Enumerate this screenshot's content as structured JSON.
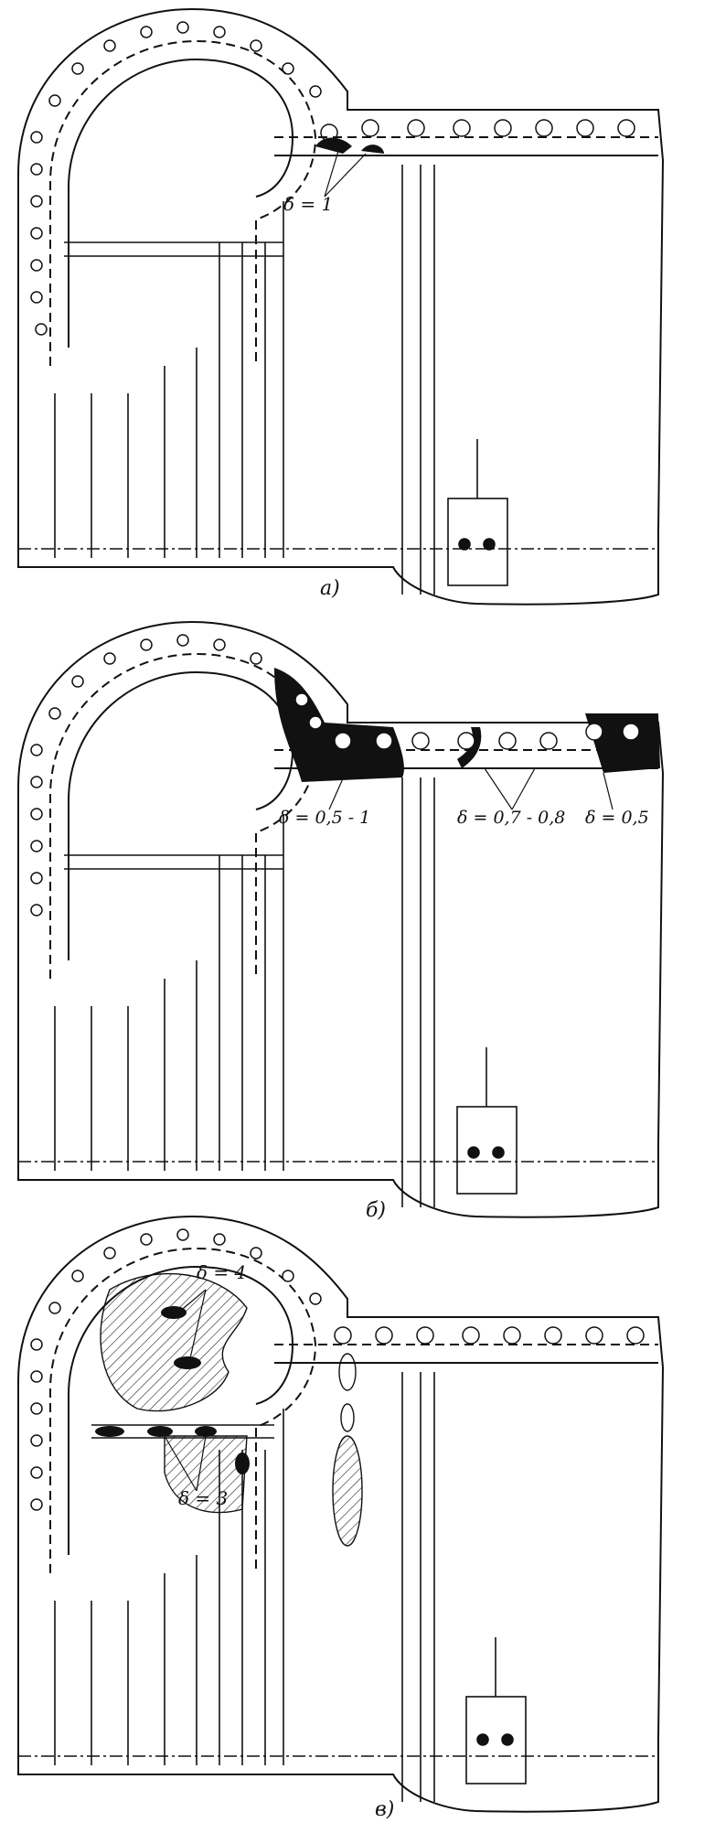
{
  "figure": {
    "panels": [
      {
        "caption": "а)",
        "annotations": [
          "δ = 1"
        ]
      },
      {
        "caption": "б)",
        "annotations": [
          "δ = 0,5 - 1",
          "δ = 0,7 - 0,8",
          "δ = 0,5"
        ]
      },
      {
        "caption": "в)",
        "annotations": [
          "δ = 4",
          "δ = 3"
        ]
      }
    ]
  },
  "colors": {
    "ink": "#111111",
    "paper": "#ffffff"
  }
}
